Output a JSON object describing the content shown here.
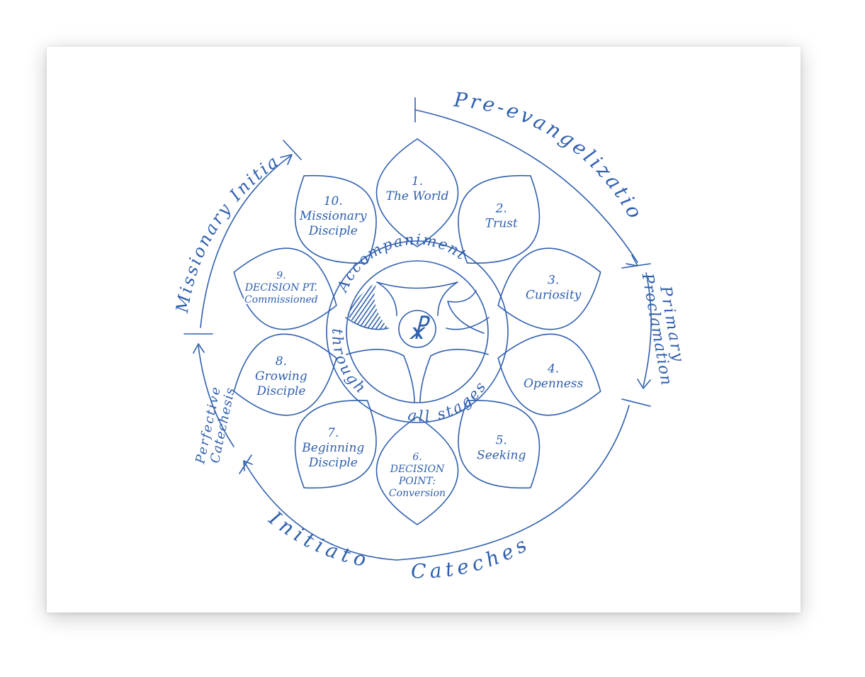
{
  "colors": {
    "ink": "#2f5fae",
    "paper": "#ffffff"
  },
  "petals": [
    {
      "number": "1.",
      "label": [
        "The World"
      ],
      "decision": false
    },
    {
      "number": "2.",
      "label": [
        "Trust"
      ],
      "decision": false
    },
    {
      "number": "3.",
      "label": [
        "Curiosity"
      ],
      "decision": false
    },
    {
      "number": "4.",
      "label": [
        "Openness"
      ],
      "decision": false
    },
    {
      "number": "5.",
      "label": [
        "Seeking"
      ],
      "decision": false
    },
    {
      "number": "6.",
      "label": [
        "DECISION",
        "POINT:",
        "Conversion"
      ],
      "decision": true
    },
    {
      "number": "7.",
      "label": [
        "Beginning",
        "Disciple"
      ],
      "decision": false
    },
    {
      "number": "8.",
      "label": [
        "Growing",
        "Disciple"
      ],
      "decision": false
    },
    {
      "number": "9.",
      "label": [
        "DECISION PT.",
        "Commissioned"
      ],
      "decision": true
    },
    {
      "number": "10.",
      "label": [
        "Missionary",
        "Disciple"
      ],
      "decision": false
    }
  ],
  "ring_text": "Accompaniment through all stages",
  "center_symbol": "☧",
  "phases": {
    "pre_evangelization": "Pre-evangelization",
    "primary_proclamation": [
      "Primary",
      "Proclamation"
    ],
    "initiatory": "Initiatory",
    "catechesis": "Catechesis",
    "perfective_catechesis": [
      "Perfective",
      "Catechesis"
    ],
    "missionary_initiation": "Missionary Initiation"
  }
}
